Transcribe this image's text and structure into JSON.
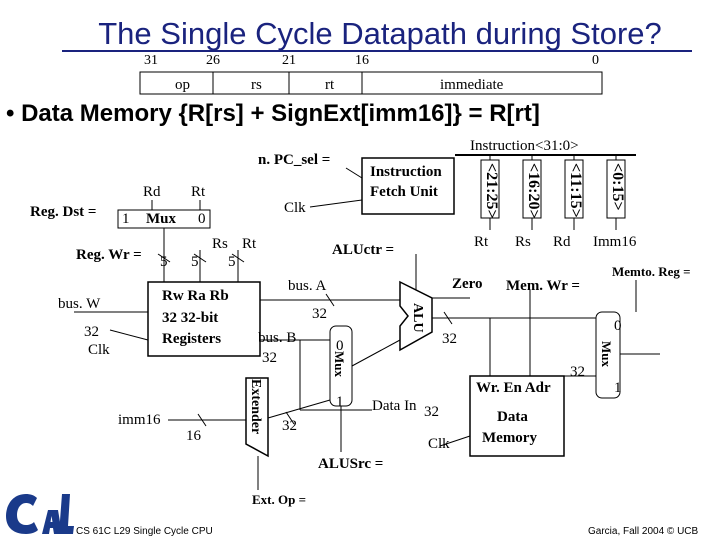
{
  "title": "The Single Cycle Datapath during Store?",
  "instr_format": {
    "bit_numbers": [
      "31",
      "26",
      "21",
      "16",
      "0"
    ],
    "fields": [
      "op",
      "rs",
      "rt",
      "immediate"
    ]
  },
  "bullet": "• Data Memory {R[rs] + SignExt[imm16]} = R[rt]",
  "labels": {
    "instruction_bus": "Instruction<31:0>",
    "npc_sel": "n. PC_sel =",
    "ifu_line1": "Instruction",
    "ifu_line2": "Fetch Unit",
    "clk_top": "Clk",
    "bits_21_25": "<21:25>",
    "bits_16_20": "<16:20>",
    "bits_11_15": "<11:15>",
    "bits_0_15": "<0:15>",
    "out_rt": "Rt",
    "out_rs": "Rs",
    "out_rd": "Rd",
    "out_imm16": "Imm16",
    "mux_rd": "Rd",
    "mux_rt": "Rt",
    "regdst": "Reg. Dst =",
    "mux_sel_1": "1",
    "mux_name": "Mux",
    "mux_sel_0": "0",
    "rs_in": "Rs",
    "rt_in": "Rt",
    "regwr": "Reg. Wr =",
    "w5a": "5",
    "w5b": "5",
    "w5c": "5",
    "aluctr": "ALUctr =",
    "zero": "Zero",
    "memwr": "Mem. Wr =",
    "memtoreg": "Memto. Reg =",
    "busw": "bus. W",
    "busw_width": "32",
    "clk_left": "Clk",
    "reg_line1": "Rw Ra Rb",
    "reg_line2": "32 32-bit",
    "reg_line3": "Registers",
    "busa": "bus. A",
    "busa_width": "32",
    "busb": "bus. B",
    "busb_width": "32",
    "alu": "ALU",
    "alu_out_width": "32",
    "mux2_0": "0",
    "mux2_name": "Mux",
    "mux2_1": "1",
    "datain": "Data In",
    "datain_width": "32",
    "clk_mem": "Clk",
    "mem_line1": "Wr. En Adr",
    "mem_line2": "Data",
    "mem_line3": "Memory",
    "mem_out_width": "32",
    "mux3_0": "0",
    "mux3_name": "Mux",
    "mux3_1": "1",
    "imm16": "imm16",
    "imm16_width": "16",
    "extender": "Extender",
    "ext_out_width": "32",
    "alusrc": "ALUSrc =",
    "extop": "Ext. Op ="
  },
  "footer": {
    "course": "CS 61C L29 Single Cycle CPU",
    "credit": "Garcia, Fall 2004 © UCB"
  },
  "colors": {
    "title": "#1a237e",
    "logo": "#1a3a8a",
    "lines": "#000000"
  },
  "icons": [
    "cal-logo"
  ]
}
